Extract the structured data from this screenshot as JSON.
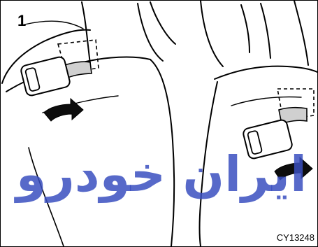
{
  "figure": {
    "number": "1",
    "code": "CY13248"
  },
  "watermark": {
    "text": "ایران خودرو",
    "color": "#3a4fc0"
  },
  "colors": {
    "line": "#000000",
    "buckle_fill": "#ffffff",
    "buckle_shade": "#d0d0d0",
    "arrow_fill": "#0d0d0d"
  }
}
